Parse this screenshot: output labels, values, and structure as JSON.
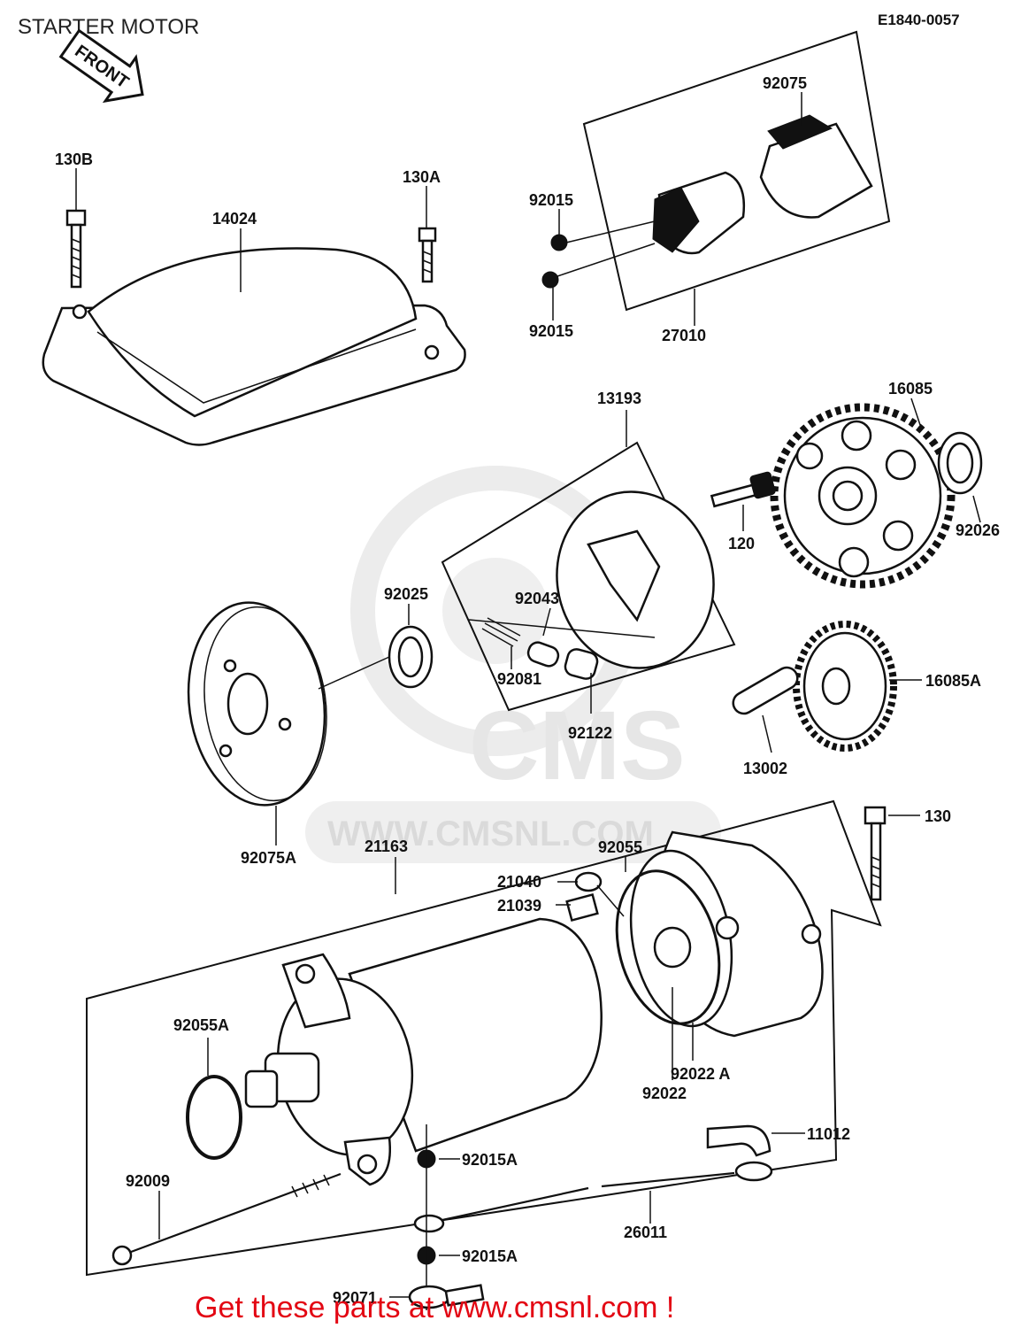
{
  "header": {
    "title": "STARTER MOTOR",
    "diagram_code": "E1840-0057",
    "front_badge": "FRONT"
  },
  "watermark": {
    "brand": "CMS",
    "site": "WWW.CMSNL.COM"
  },
  "parts": {
    "p130B": "130B",
    "p14024": "14024",
    "p130A": "130A",
    "p92075": "92075",
    "p92015_top": "92015",
    "p92015_bot": "92015",
    "p27010": "27010",
    "p13193": "13193",
    "p16085": "16085",
    "p92026": "92026",
    "p120": "120",
    "p92025": "92025",
    "p92043": "92043",
    "p92081": "92081",
    "p92122": "92122",
    "p16085A": "16085A",
    "p13002": "13002",
    "p92075A": "92075A",
    "p21163": "21163",
    "p92055": "92055",
    "p130": "130",
    "p21040": "21040",
    "p21039": "21039",
    "p92055A": "92055A",
    "p92022A": "92022 A",
    "p92022": "92022",
    "p11012": "11012",
    "p92015A_top": "92015A",
    "p92009": "92009",
    "p26011": "26011",
    "p92015A_bot": "92015A",
    "p92071": "92071"
  },
  "footer": {
    "cta": "Get these parts at www.cmsnl.com !"
  }
}
